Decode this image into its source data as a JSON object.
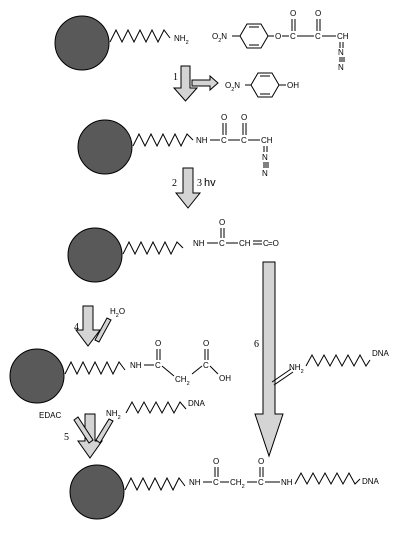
{
  "labels": {
    "nh2": "NH",
    "sub2": "2",
    "o2n": "O",
    "n": "N",
    "o": "O",
    "oh": "OH",
    "nh": "NH",
    "ch": "CH",
    "c": "C",
    "eqo": "=O",
    "h2o_h": "H",
    "h2o_o": "O",
    "dna": "DNA",
    "edac": "EDAC",
    "ch2": "CH",
    "hv": "hv"
  },
  "steps": {
    "s1": "1",
    "s2": "2",
    "s3": "3",
    "s4": "4",
    "s5": "5",
    "s6": "6"
  }
}
